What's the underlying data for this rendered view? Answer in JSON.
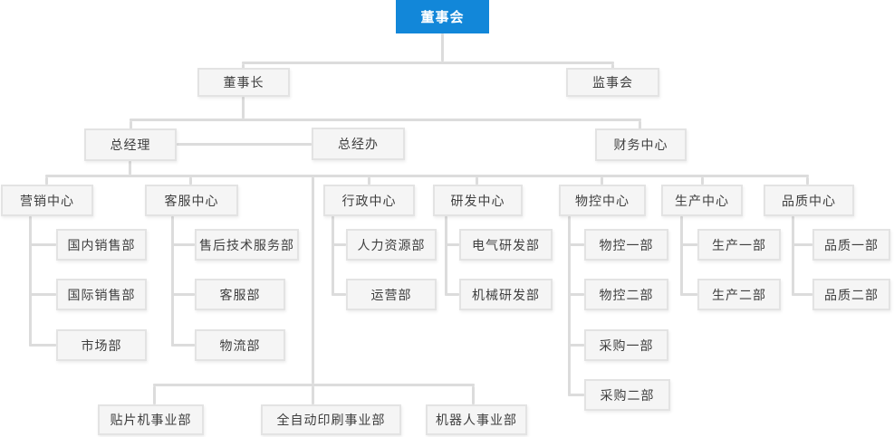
{
  "colors": {
    "root_bg": "#1287d9",
    "root_text": "#ffffff",
    "node_bg": "#f5f5f5",
    "node_border": "#e3e3e3",
    "node_text": "#3e3e3e",
    "connector": "#dcdcdc"
  },
  "org": {
    "board": {
      "label": "董事会"
    },
    "chairman": {
      "label": "董事长"
    },
    "supervisory": {
      "label": "监事会"
    },
    "gm": {
      "label": "总经理"
    },
    "gm_office": {
      "label": "总经办"
    },
    "finance": {
      "label": "财务中心"
    },
    "marketing": {
      "label": "营销中心"
    },
    "service": {
      "label": "客服中心"
    },
    "admin": {
      "label": "行政中心"
    },
    "rd": {
      "label": "研发中心"
    },
    "material": {
      "label": "物控中心"
    },
    "production": {
      "label": "生产中心"
    },
    "quality": {
      "label": "品质中心"
    },
    "domestic_sales": {
      "label": "国内销售部"
    },
    "intl_sales": {
      "label": "国际销售部"
    },
    "market_dept": {
      "label": "市场部"
    },
    "after_sales": {
      "label": "售后技术服务部"
    },
    "customer_service": {
      "label": "客服部"
    },
    "logistics": {
      "label": "物流部"
    },
    "hr": {
      "label": "人力资源部"
    },
    "operations": {
      "label": "运营部"
    },
    "electrical_rd": {
      "label": "电气研发部"
    },
    "mechanical_rd": {
      "label": "机械研发部"
    },
    "material_1": {
      "label": "物控一部"
    },
    "material_2": {
      "label": "物控二部"
    },
    "purchasing_1": {
      "label": "采购一部"
    },
    "purchasing_2": {
      "label": "采购二部"
    },
    "production_1": {
      "label": "生产一部"
    },
    "production_2": {
      "label": "生产二部"
    },
    "quality_1": {
      "label": "品质一部"
    },
    "quality_2": {
      "label": "品质二部"
    },
    "smt_division": {
      "label": "贴片机事业部"
    },
    "printing_division": {
      "label": "全自动印刷事业部"
    },
    "robot_division": {
      "label": "机器人事业部"
    }
  }
}
